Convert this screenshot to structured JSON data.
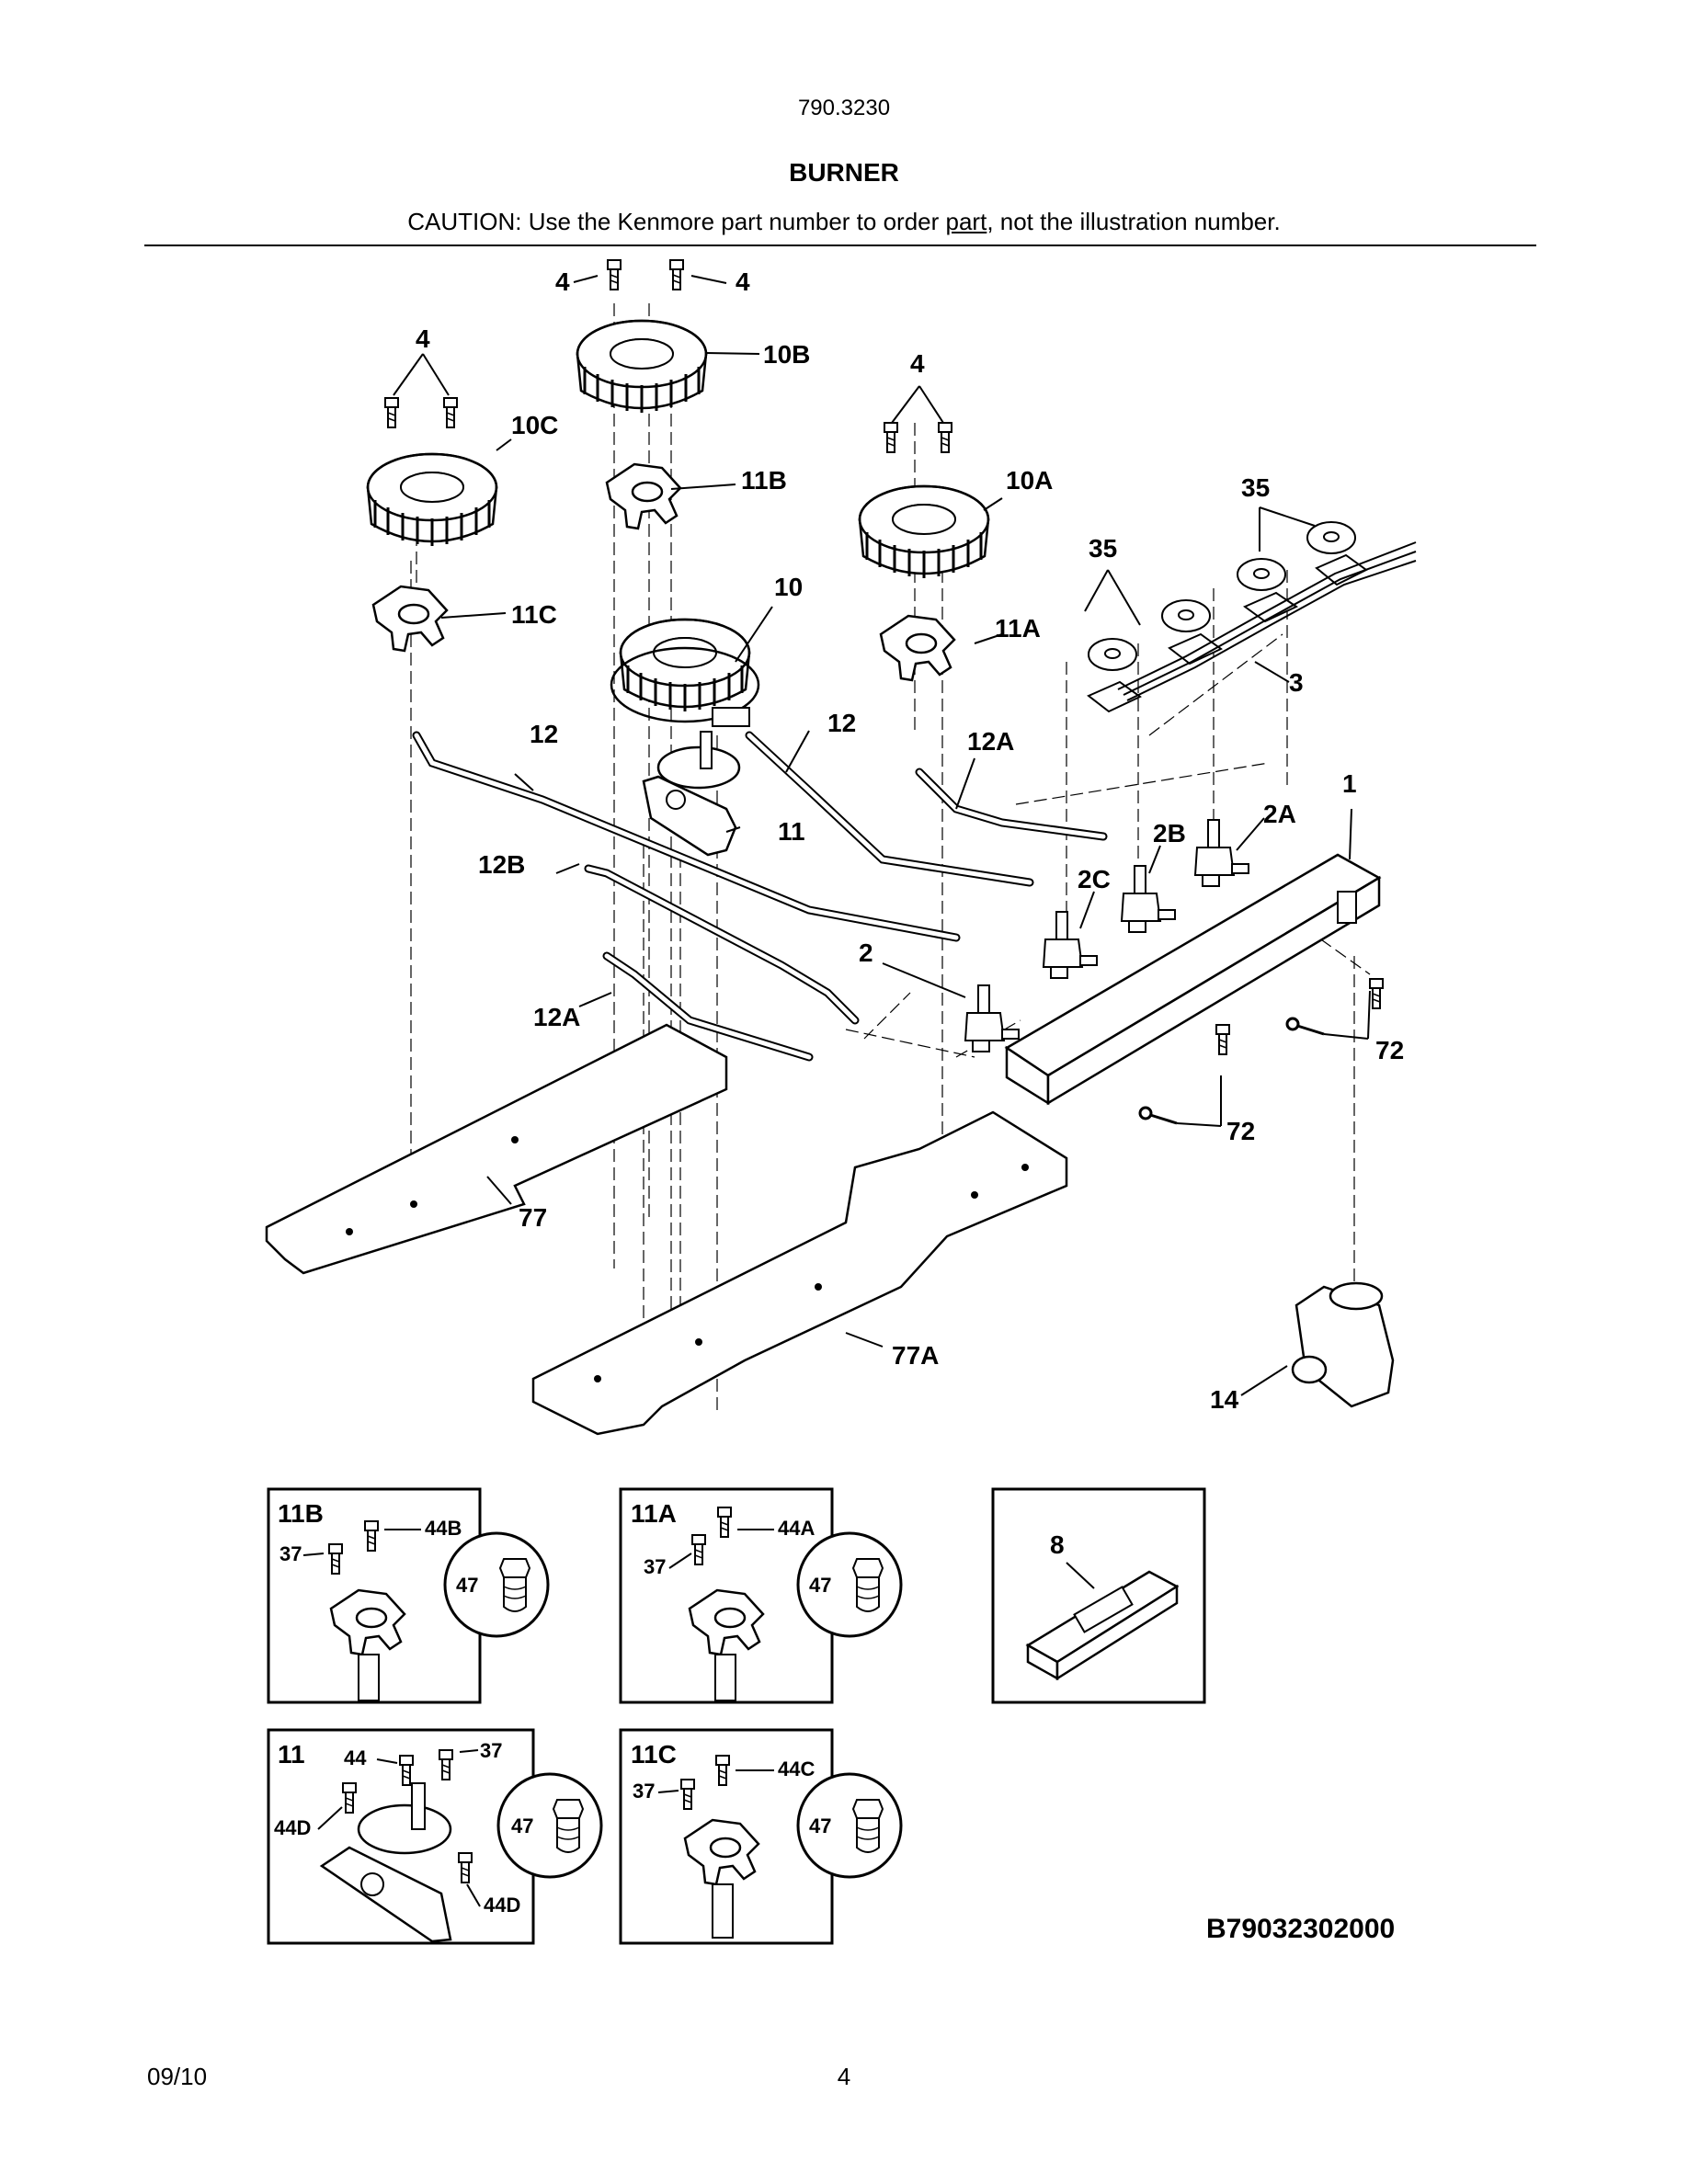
{
  "header": {
    "model": "790.3230",
    "title": "BURNER",
    "caution_prefix": "CAUTION: Use the Kenmore part number to order ",
    "caution_underlined": "part",
    "caution_suffix": ", not the illustration number."
  },
  "diagram": {
    "code": "B79032302000",
    "callouts": {
      "c4a": "4",
      "c4b": "4",
      "c4c": "4",
      "c4d": "4",
      "c10b": "10B",
      "c10c": "10C",
      "c10a": "10A",
      "c10": "10",
      "c11b": "11B",
      "c11c": "11C",
      "c11a": "11A",
      "c11": "11",
      "c35a": "35",
      "c35b": "35",
      "c3": "3",
      "c1": "1",
      "c12a": "12",
      "c12b": "12",
      "c12A_top": "12A",
      "c12B": "12B",
      "c12A_low": "12A",
      "c2": "2",
      "c2A": "2A",
      "c2B": "2B",
      "c2C": "2C",
      "c72a": "72",
      "c72b": "72",
      "c77": "77",
      "c77A": "77A",
      "c14": "14"
    },
    "insets": {
      "i11b": {
        "title": "11B",
        "p37": "37",
        "p44": "44B",
        "p47": "47"
      },
      "i11a": {
        "title": "11A",
        "p37": "37",
        "p44": "44A",
        "p47": "47"
      },
      "i8": {
        "title": "8"
      },
      "i11": {
        "title": "11",
        "p44": "44",
        "p37": "37",
        "p44d1": "44D",
        "p44d2": "44D",
        "p47": "47"
      },
      "i11c": {
        "title": "11C",
        "p37": "37",
        "p44": "44C",
        "p47": "47"
      }
    }
  },
  "footer": {
    "date": "09/10",
    "page": "4"
  }
}
